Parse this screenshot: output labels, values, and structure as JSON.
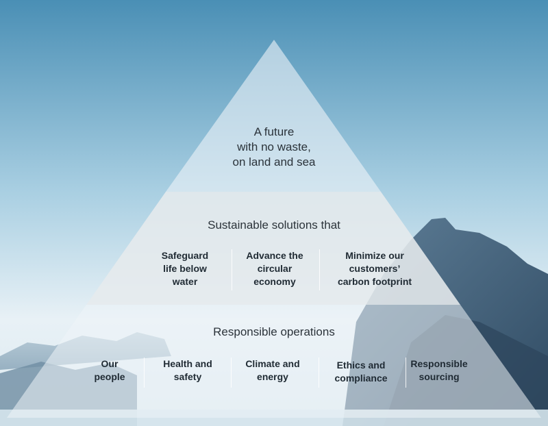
{
  "pyramid": {
    "top": {
      "lines": [
        "A future",
        "with no waste,",
        "on land and sea"
      ]
    },
    "middle": {
      "heading": "Sustainable solutions that",
      "items": [
        {
          "lines": [
            "Safeguard",
            "life below",
            "water"
          ]
        },
        {
          "lines": [
            "Advance the",
            "circular",
            "economy"
          ]
        },
        {
          "lines": [
            "Minimize our",
            "customers’",
            "carbon footprint"
          ]
        }
      ]
    },
    "bottom": {
      "heading": "Responsible operations",
      "items": [
        {
          "lines": [
            "Our",
            "people"
          ]
        },
        {
          "lines": [
            "Health and",
            "safety"
          ]
        },
        {
          "lines": [
            "Climate and",
            "energy"
          ]
        },
        {
          "lines": [
            "Ethics and",
            "compliance"
          ]
        },
        {
          "lines": [
            "Responsible",
            "sourcing"
          ]
        }
      ]
    }
  },
  "colors": {
    "sky_top": "#4a8fb5",
    "sky_bottom": "#e8f1f6",
    "mountain_dark": "#3d5a73",
    "mountain_light": "#9db7c8"
  }
}
